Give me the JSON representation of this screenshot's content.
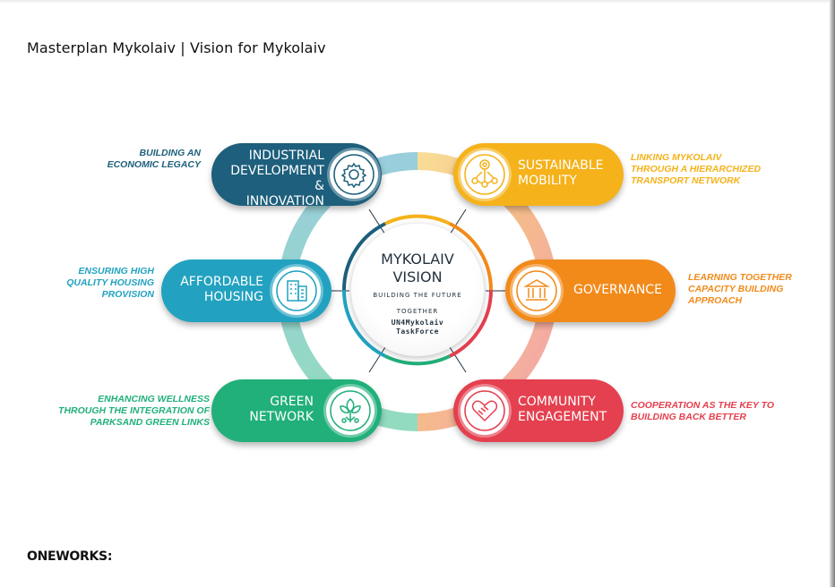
{
  "page": {
    "title": "Masterplan Mykolaiv | Vision for Mykolaiv",
    "footer_logo": "ONEWORKS:"
  },
  "center": {
    "title": "MYKOLAIV\nVISION",
    "line1": "BUILDING THE FUTURE",
    "line2": "TOGETHER",
    "line3": "UN4Mykolaiv\nTaskForce"
  },
  "pillars": [
    {
      "label": "INDUSTRIAL\nDEVELOPMENT &\nINNOVATION",
      "tagline": "BUILDING AN\nECONOMIC LEGACY",
      "color": "#1d5f7c",
      "icon": "gear-icon"
    },
    {
      "label": "SUSTAINABLE\nMOBILITY",
      "tagline": "LINKING MYKOLAIV\nTHROUGH A HIERARCHIZED\nTRANSPORT NETWORK",
      "color": "#f5b21a",
      "icon": "network-icon"
    },
    {
      "label": "AFFORDABLE\nHOUSING",
      "tagline": "ENSURING HIGH\nQUALITY HOUSING\nPROVISION",
      "color": "#22a2c0",
      "icon": "buildings-icon"
    },
    {
      "label": "GOVERNANCE",
      "tagline": "LEARNING TOGETHER\nCAPACITY BUILDING\nAPPROACH",
      "color": "#f28a1a",
      "icon": "institution-icon"
    },
    {
      "label": "GREEN\nNETWORK",
      "tagline": "ENHANCING WELLNESS\nTHROUGH THE INTEGRATION OF\nPARKSAND GREEN LINKS",
      "color": "#21b07a",
      "icon": "leaf-network-icon"
    },
    {
      "label": "COMMUNITY\nENGAGEMENT",
      "tagline": "COOPERATION AS THE KEY TO\nBUILDING BACK BETTER",
      "color": "#e4404f",
      "icon": "handshake-heart-icon"
    }
  ]
}
